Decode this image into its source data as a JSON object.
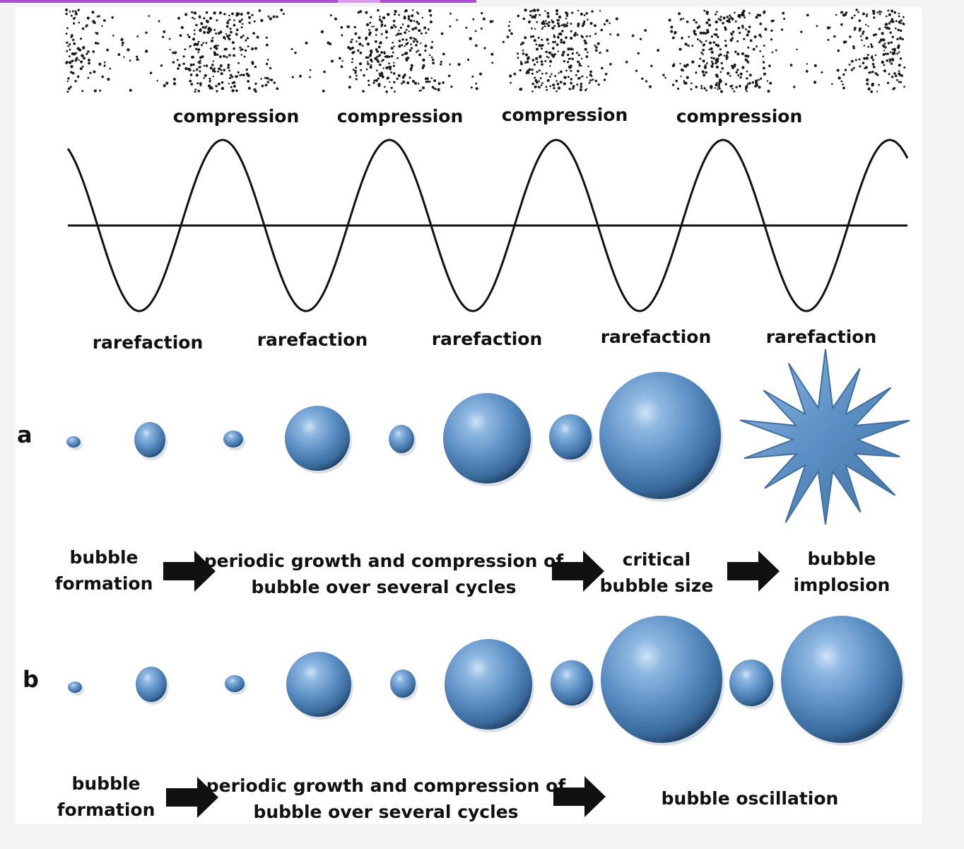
{
  "wave": {
    "compression_labels": [
      "compression",
      "compression",
      "compression",
      "compression"
    ],
    "rarefaction_labels": [
      "rarefaction",
      "rarefaction",
      "rarefaction",
      "rarefaction",
      "rarefaction"
    ]
  },
  "rows": [
    {
      "letter": "a",
      "stages": [
        {
          "line1": "bubble",
          "line2": "formation"
        },
        {
          "line1": "periodic growth and compression of",
          "line2": "bubble over several cycles"
        },
        {
          "line1": "critical",
          "line2": "bubble size"
        },
        {
          "line1": "bubble",
          "line2": "implosion"
        }
      ]
    },
    {
      "letter": "b",
      "stages": [
        {
          "line1": "bubble",
          "line2": "formation"
        },
        {
          "line1": "periodic growth and compression of",
          "line2": "bubble over several cycles"
        },
        {
          "line1": "bubble oscillation",
          "line2": ""
        }
      ]
    }
  ],
  "colors": {
    "bubble": "#5b8ec4",
    "bubble_highlight": "#cfe3f7",
    "bubble_shadow": "#1e3f63",
    "ink": "#111111"
  }
}
